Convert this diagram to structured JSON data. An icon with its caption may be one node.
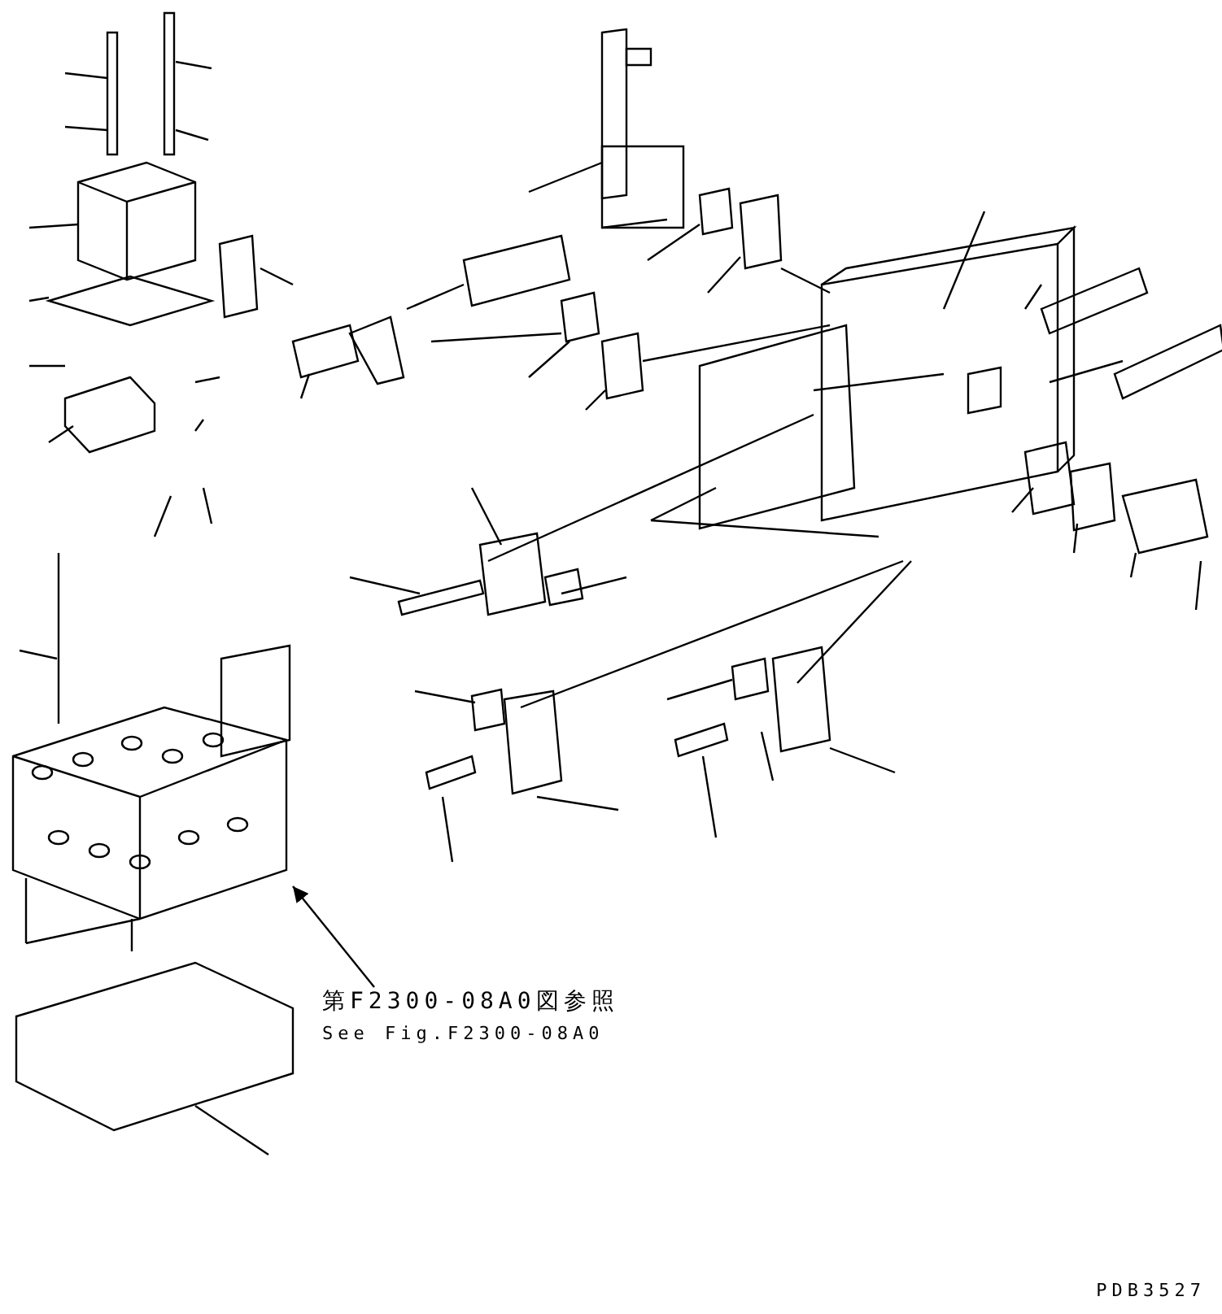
{
  "diagram": {
    "nodes": [
      {
        "text": [
          "第F2300-08A0図参照",
          "See Fig.F2300-08A0"
        ]
      },
      {
        "text": [],
        "shape": "picture"
      }
    ],
    "edges": [
      {
        "from": 0,
        "to": 1,
        "arrow": "to"
      }
    ],
    "labels": [
      "PDB3527"
    ]
  }
}
